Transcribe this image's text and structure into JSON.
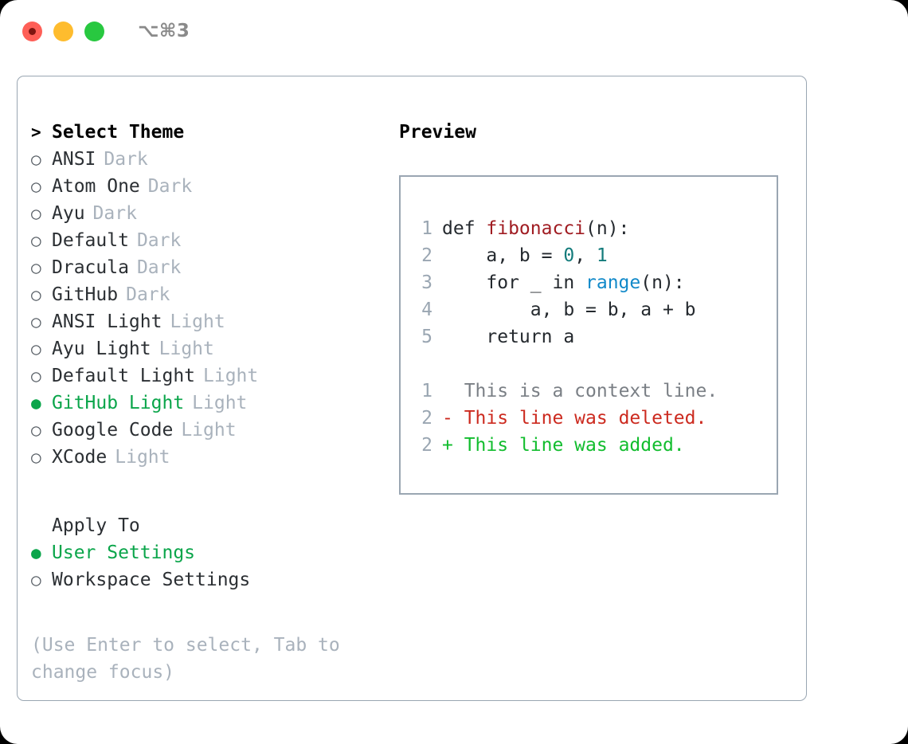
{
  "window": {
    "shortcut": "⌥⌘3",
    "traffic_lights": [
      {
        "name": "close",
        "color": "#fe5f57"
      },
      {
        "name": "minimize",
        "color": "#febc2e"
      },
      {
        "name": "maximize",
        "color": "#28c840"
      }
    ]
  },
  "theme_picker": {
    "header": {
      "prompt": ">",
      "title": "Select Theme"
    },
    "bullet_selected": "●",
    "bullet_unselected": "○",
    "items": [
      {
        "bullet": "○",
        "label": "ANSI",
        "tag": "Dark",
        "selected": false
      },
      {
        "bullet": "○",
        "label": "Atom One",
        "tag": "Dark",
        "selected": false
      },
      {
        "bullet": "○",
        "label": "Ayu",
        "tag": "Dark",
        "selected": false
      },
      {
        "bullet": "○",
        "label": "Default",
        "tag": "Dark",
        "selected": false
      },
      {
        "bullet": "○",
        "label": "Dracula",
        "tag": "Dark",
        "selected": false
      },
      {
        "bullet": "○",
        "label": "GitHub",
        "tag": "Dark",
        "selected": false
      },
      {
        "bullet": "○",
        "label": "ANSI Light",
        "tag": "Light",
        "selected": false
      },
      {
        "bullet": "○",
        "label": "Ayu Light",
        "tag": "Light",
        "selected": false
      },
      {
        "bullet": "○",
        "label": "Default Light",
        "tag": "Light",
        "selected": false
      },
      {
        "bullet": "●",
        "label": "GitHub Light",
        "tag": "Light",
        "selected": true
      },
      {
        "bullet": "○",
        "label": "Google Code",
        "tag": "Light",
        "selected": false
      },
      {
        "bullet": "○",
        "label": "XCode",
        "tag": "Light",
        "selected": false
      }
    ]
  },
  "apply_to": {
    "title": "Apply To",
    "options": [
      {
        "bullet": "●",
        "label": "User Settings",
        "selected": true
      },
      {
        "bullet": "○",
        "label": "Workspace Settings",
        "selected": false
      }
    ]
  },
  "hint": "(Use Enter to select, Tab to change focus)",
  "preview": {
    "title": "Preview",
    "code_lines": [
      {
        "no": "1",
        "segments": [
          {
            "text": "def ",
            "style": "plain"
          },
          {
            "text": "fibonacci",
            "style": "fn"
          },
          {
            "text": "(n):",
            "style": "plain"
          }
        ]
      },
      {
        "no": "2",
        "segments": [
          {
            "text": "    a, b = ",
            "style": "plain"
          },
          {
            "text": "0",
            "style": "num"
          },
          {
            "text": ", ",
            "style": "plain"
          },
          {
            "text": "1",
            "style": "num"
          }
        ]
      },
      {
        "no": "3",
        "segments": [
          {
            "text": "    for _ in ",
            "style": "plain"
          },
          {
            "text": "range",
            "style": "call"
          },
          {
            "text": "(n):",
            "style": "plain"
          }
        ]
      },
      {
        "no": "4",
        "segments": [
          {
            "text": "        a, b = b, a + b",
            "style": "plain"
          }
        ]
      },
      {
        "no": "5",
        "segments": [
          {
            "text": "    return a",
            "style": "plain"
          }
        ]
      }
    ],
    "diff_lines": [
      {
        "no": "1",
        "marker": " ",
        "text": "This is a context line.",
        "kind": "context"
      },
      {
        "no": "2",
        "marker": "-",
        "text": "This line was deleted.",
        "kind": "deleted"
      },
      {
        "no": "2",
        "marker": "+",
        "text": "This line was added.",
        "kind": "added"
      }
    ]
  },
  "colors": {
    "accent_green": "#0aa54a",
    "muted": "#a9b2bc",
    "border": "#9aa6b2",
    "fn_red": "#a01c22",
    "number_teal": "#137b7b",
    "call_blue": "#1189c9",
    "diff_delete": "#cc2a1f",
    "diff_add": "#12bd2e"
  }
}
